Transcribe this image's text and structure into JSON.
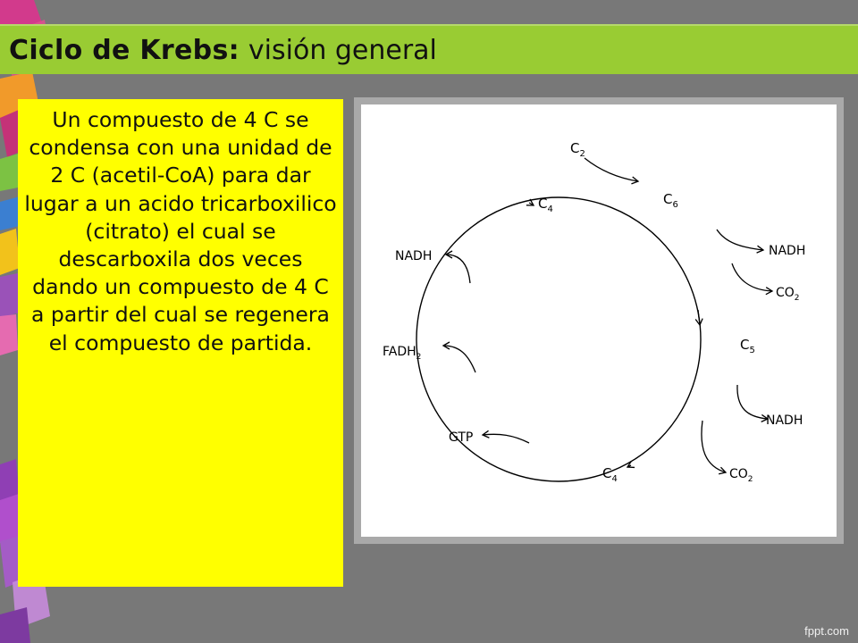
{
  "title": {
    "bold": "Ciclo de Krebs:",
    "rest": "visión general"
  },
  "description": "Un compuesto de 4 C se condensa con una unidad de 2 C (acetil-CoA) para dar lugar a un acido tricarboxilico (citrato) el cual se descarboxila dos veces dando un compuesto de 4 C a partir del cual se regenera el compuesto de partida.",
  "diagram": {
    "input_c2": {
      "base": "C",
      "sub": "2"
    },
    "c4_top": {
      "base": "C",
      "sub": "4"
    },
    "c6": {
      "base": "C",
      "sub": "6"
    },
    "c5": {
      "base": "C",
      "sub": "5"
    },
    "c4_bottom": {
      "base": "C",
      "sub": "4"
    },
    "nadh_1": "NADH",
    "co2_1": {
      "base": "CO",
      "sub": "2"
    },
    "nadh_2": "NADH",
    "co2_2": {
      "base": "CO",
      "sub": "2"
    },
    "gtp": "GTP",
    "fadh2": {
      "base": "FADH",
      "sub": "2"
    },
    "nadh_3": "NADH"
  },
  "watermark": "fppt.com"
}
